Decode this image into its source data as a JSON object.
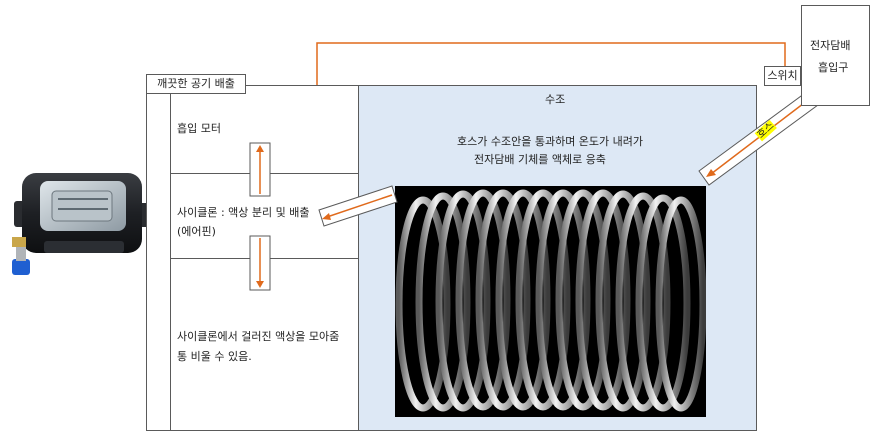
{
  "labels": {
    "clean_air_exhaust": "깨끗한 공기 배출",
    "tank_title": "수조",
    "tank_desc_1": "호스가 수조안을 통과하며 온도가 내려가",
    "tank_desc_2": "전자담배 기체를 액체로 응축",
    "ecig_inlet_1": "전자담배",
    "ecig_inlet_2": "흡입구",
    "switch": "스위치",
    "hose": "호스",
    "suction_motor": "흡입 모터",
    "cyclone_1": "사이클론 : 액상 분리 및 배출",
    "cyclone_2": "(에어핀)",
    "collect_1": "사이클론에서 걸러진 액상을 모아줌",
    "collect_2": "통 비울 수 있음."
  },
  "colors": {
    "flow_arrow": "#e06a1c",
    "wire": "#e06a1c",
    "tank_fill": "#dde8f5",
    "hose_label_bg": "#ffff00"
  }
}
